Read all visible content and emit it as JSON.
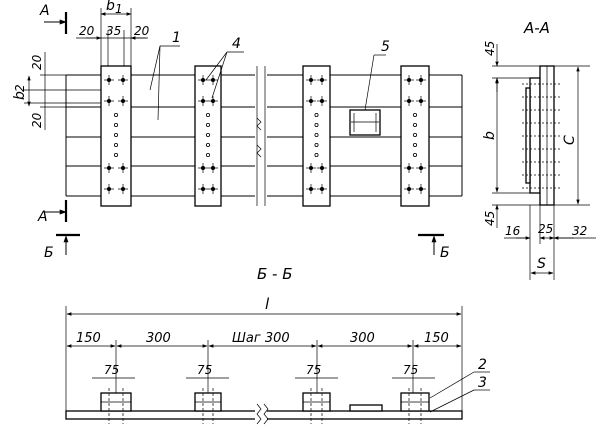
{
  "plan": {
    "section_a": "A",
    "b1": "b",
    "b1_sub": "1",
    "b2": "b",
    "b2_sub": "2",
    "dim_20_left": "20",
    "dim_35": "35",
    "dim_20_right": "20",
    "dim_20_vertical_top": "20",
    "dim_20_vertical_bottom": "20",
    "callout_1": "1",
    "callout_4": "4",
    "callout_5": "5",
    "section_b": "Б"
  },
  "section_aa": {
    "title": "A-A",
    "dim_45_top": "45",
    "dim_45_bottom": "45",
    "dim_b": "b",
    "dim_c": "C",
    "dim_16": "16",
    "dim_25": "25",
    "dim_32": "32",
    "dim_s": "S"
  },
  "section_bb": {
    "title": "Б - Б",
    "length_label": "l",
    "dim_150_left": "150",
    "dim_300_left": "300",
    "dim_step": "Шаг 300",
    "dim_300_right": "300",
    "dim_150_right": "150",
    "dim_75": [
      "75",
      "75",
      "75",
      "75"
    ],
    "callout_2": "2",
    "callout_3": "3"
  }
}
